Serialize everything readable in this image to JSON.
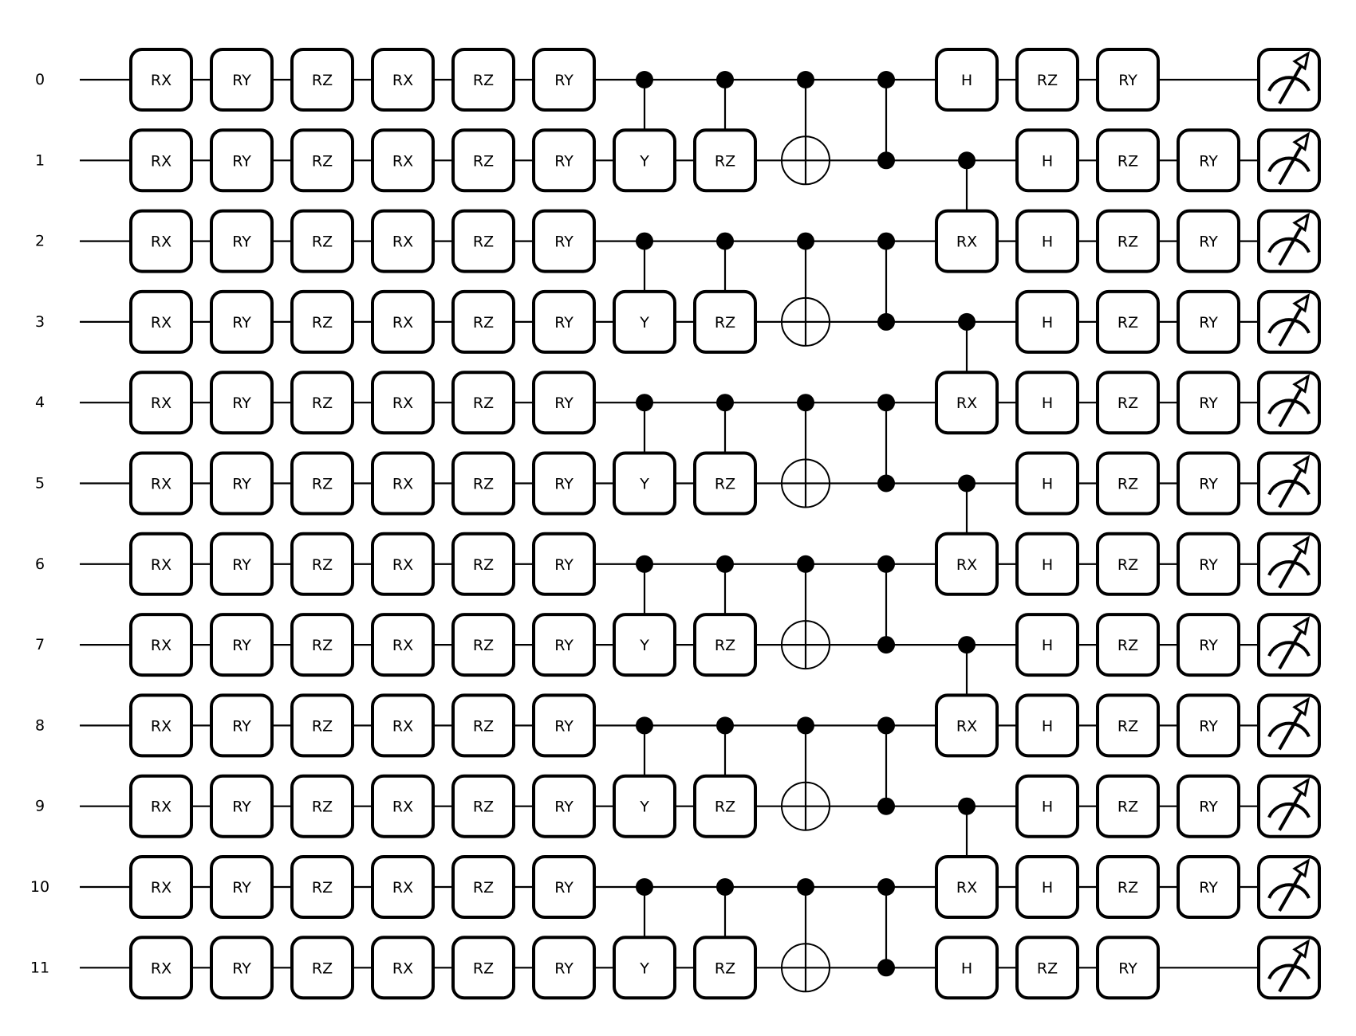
{
  "wires": [
    "0",
    "1",
    "2",
    "3",
    "4",
    "5",
    "6",
    "7",
    "8",
    "9",
    "10",
    "11"
  ],
  "layers": [
    {
      "type": "single",
      "gates": [
        "RX",
        "RX",
        "RX",
        "RX",
        "RX",
        "RX",
        "RX",
        "RX",
        "RX",
        "RX",
        "RX",
        "RX"
      ]
    },
    {
      "type": "single",
      "gates": [
        "RY",
        "RY",
        "RY",
        "RY",
        "RY",
        "RY",
        "RY",
        "RY",
        "RY",
        "RY",
        "RY",
        "RY"
      ]
    },
    {
      "type": "single",
      "gates": [
        "RZ",
        "RZ",
        "RZ",
        "RZ",
        "RZ",
        "RZ",
        "RZ",
        "RZ",
        "RZ",
        "RZ",
        "RZ",
        "RZ"
      ]
    },
    {
      "type": "single",
      "gates": [
        "RX",
        "RX",
        "RX",
        "RX",
        "RX",
        "RX",
        "RX",
        "RX",
        "RX",
        "RX",
        "RX",
        "RX"
      ]
    },
    {
      "type": "single",
      "gates": [
        "RZ",
        "RZ",
        "RZ",
        "RZ",
        "RZ",
        "RZ",
        "RZ",
        "RZ",
        "RZ",
        "RZ",
        "RZ",
        "RZ"
      ]
    },
    {
      "type": "single",
      "gates": [
        "RY",
        "RY",
        "RY",
        "RY",
        "RY",
        "RY",
        "RY",
        "RY",
        "RY",
        "RY",
        "RY",
        "RY"
      ]
    },
    {
      "type": "controlled",
      "label": "Y",
      "pairs": [
        [
          0,
          1
        ],
        [
          2,
          3
        ],
        [
          4,
          5
        ],
        [
          6,
          7
        ],
        [
          8,
          9
        ],
        [
          10,
          11
        ]
      ]
    },
    {
      "type": "controlled",
      "label": "RZ",
      "pairs": [
        [
          0,
          1
        ],
        [
          2,
          3
        ],
        [
          4,
          5
        ],
        [
          6,
          7
        ],
        [
          8,
          9
        ],
        [
          10,
          11
        ]
      ]
    },
    {
      "type": "cnot",
      "pairs": [
        [
          0,
          1
        ],
        [
          2,
          3
        ],
        [
          4,
          5
        ],
        [
          6,
          7
        ],
        [
          8,
          9
        ],
        [
          10,
          11
        ]
      ]
    },
    {
      "type": "cz",
      "pairs": [
        [
          0,
          1
        ],
        [
          2,
          3
        ],
        [
          4,
          5
        ],
        [
          6,
          7
        ],
        [
          8,
          9
        ],
        [
          10,
          11
        ]
      ]
    },
    {
      "type": "mixed",
      "controlled_label": "RX",
      "pairs": [
        [
          1,
          2
        ],
        [
          3,
          4
        ],
        [
          5,
          6
        ],
        [
          7,
          8
        ],
        [
          9,
          10
        ]
      ],
      "singles": {
        "0": "H",
        "11": "H"
      }
    },
    {
      "type": "single",
      "gates": [
        "RZ",
        "H",
        "H",
        "H",
        "H",
        "H",
        "H",
        "H",
        "H",
        "H",
        "H",
        "RZ"
      ]
    },
    {
      "type": "single",
      "gates": [
        "RY",
        "RZ",
        "RZ",
        "RZ",
        "RZ",
        "RZ",
        "RZ",
        "RZ",
        "RZ",
        "RZ",
        "RZ",
        "RY"
      ]
    },
    {
      "type": "single",
      "gates": [
        null,
        "RY",
        "RY",
        "RY",
        "RY",
        "RY",
        "RY",
        "RY",
        "RY",
        "RY",
        "RY",
        null
      ]
    },
    {
      "type": "measure"
    }
  ]
}
